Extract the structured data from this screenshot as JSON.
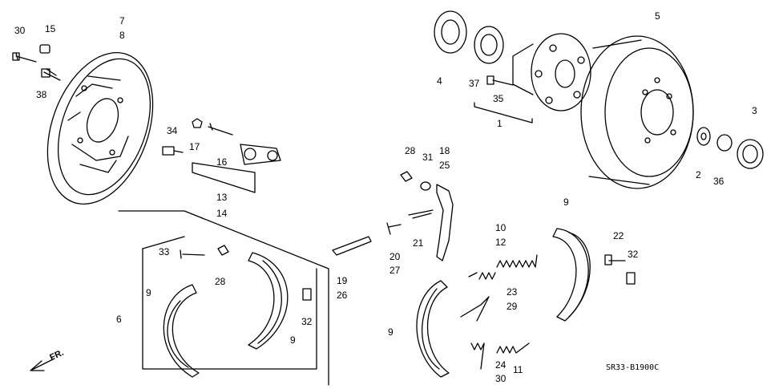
{
  "labels": {
    "l30a": "30",
    "l15": "15",
    "l7": "7",
    "l8": "8",
    "l38": "38",
    "l34": "34",
    "l17": "17",
    "l16": "16",
    "l13": "13",
    "l14": "14",
    "l4": "4",
    "l37": "37",
    "l35": "35",
    "l1": "1",
    "l5": "5",
    "l3": "3",
    "l2": "2",
    "l36": "36",
    "l28a": "28",
    "l31": "31",
    "l18": "18",
    "l25": "25",
    "l21": "21",
    "l20": "20",
    "l27": "27",
    "l19": "19",
    "l26": "26",
    "l10": "10",
    "l12": "12",
    "l23": "23",
    "l29": "29",
    "l9a": "9",
    "l22": "22",
    "l32a": "32",
    "l33": "33",
    "l28b": "28",
    "l9b": "9",
    "l6": "6",
    "l32b": "32",
    "l9c": "9",
    "l9d": "9",
    "l24": "24",
    "l30b": "30",
    "l11": "11"
  },
  "direction_label": "FR.",
  "diagram_code": "SR33-B1900C"
}
